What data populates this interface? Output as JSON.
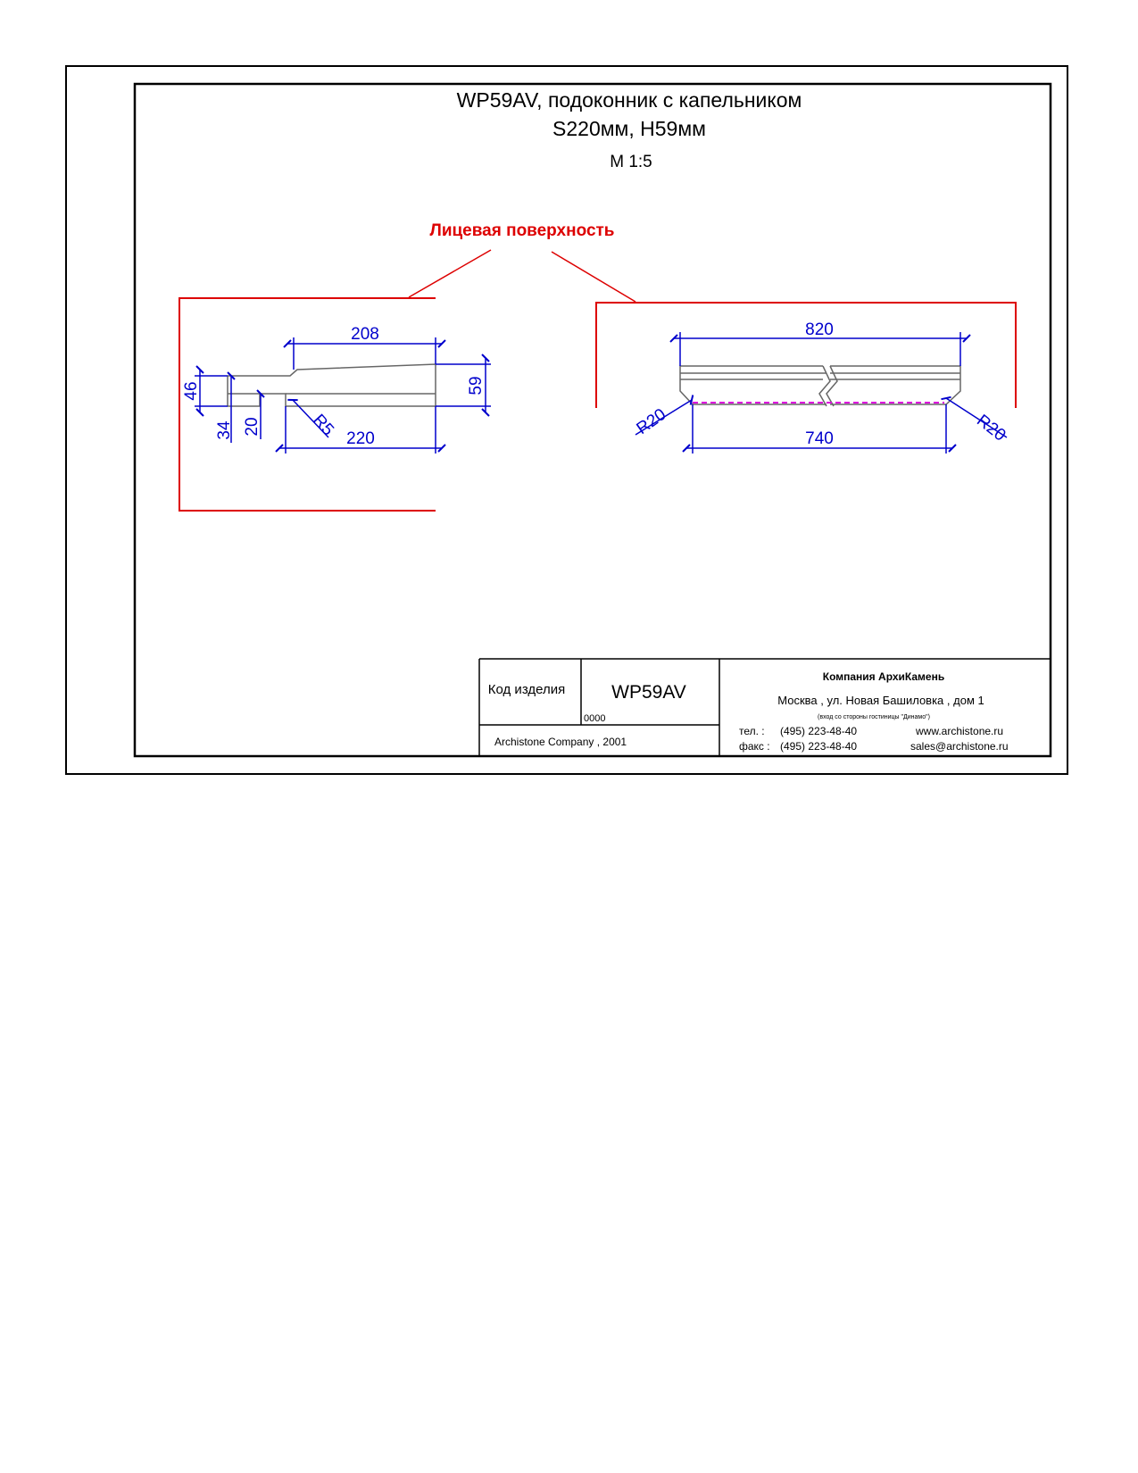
{
  "title": {
    "line1": "WP59AV, подоконник с капельником",
    "line2": "S220мм, H59мм",
    "scale": "М 1:5"
  },
  "face_label": "Лицевая поверхность",
  "dims": {
    "top_length": "208",
    "height_left": "46",
    "height_right": "59",
    "step_34": "34",
    "step_20": "20",
    "radius_small": "R5",
    "width_220": "220",
    "length_820": "820",
    "radius_left": "R20",
    "radius_right": "R20",
    "length_740": "740"
  },
  "stamp": {
    "code_label": "Код изделия",
    "code_value": "WP59AV",
    "code_number": "0000",
    "copyright": "Archistone  Company ,  2001",
    "company": "Компания  АрхиКамень",
    "address": "Москва , ул. Новая Башиловка , дом 1",
    "address_note": "(вход со стороны гостиницы \"Динамо\")",
    "phone_label": "тел.   :",
    "phone": "(495) 223-48-40",
    "fax_label": "факс :",
    "fax": "(495) 223-48-40",
    "website": "www.archistone.ru",
    "email": "sales@archistone.ru"
  },
  "colors": {
    "dimension": "#0000cc",
    "face": "#dd0000",
    "outline": "#666666",
    "hidden": "#dd00dd"
  }
}
